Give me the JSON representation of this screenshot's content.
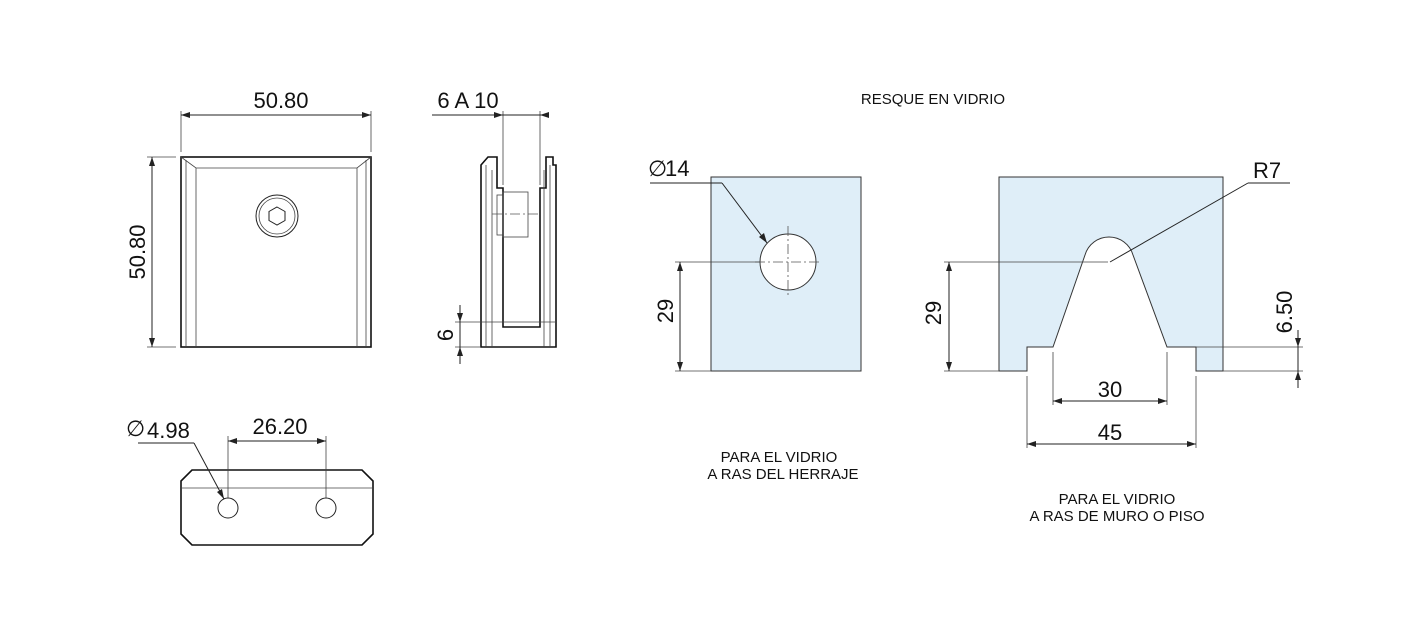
{
  "dimensions": {
    "top_width": "50.80",
    "left_height": "50.80",
    "glass_range": "6 A 10",
    "side_six": "6",
    "hole_diameter": "4.98",
    "hole_spacing": "26.20",
    "glass_hole_diameter": "14",
    "glass_hole_height": "29",
    "notch_height": "29",
    "notch_radius": "R7",
    "notch_depth": "6.50",
    "notch_inner_width": "30",
    "notch_outer_width": "45"
  },
  "symbols": {
    "diameter": "∅"
  },
  "captions": {
    "title": "RESQUE EN VIDRIO",
    "left_line1": "PARA EL VIDRIO",
    "left_line2": "A RAS DEL HERRAJE",
    "right_line1": "PARA EL VIDRIO",
    "right_line2": "A RAS DE MURO O PISO"
  },
  "colors": {
    "glass_fill": "#dfeef8",
    "line": "#222222"
  }
}
